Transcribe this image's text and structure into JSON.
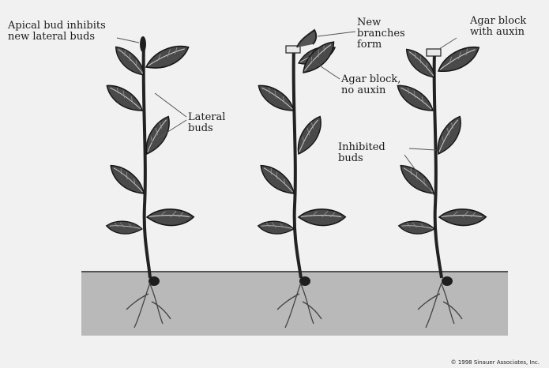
{
  "labels": {
    "apical_bud": "Apical bud inhibits\nnew lateral buds",
    "lateral_buds": "Lateral\nbuds",
    "new_branches": "New\nbranches\nform",
    "agar_no_auxin": "Agar block,\nno auxin",
    "agar_with_auxin": "Agar block\nwith auxin",
    "inhibited_buds": "Inhibited\nbuds"
  },
  "credit": "© 1998 Sinauer Associates, Inc.",
  "colors": {
    "background": "#f1f1f1",
    "soil": "#b9b9b9",
    "soil_line": "#333333",
    "leaf": "#4a4a4a",
    "leaf_dark": "#1e1e1e",
    "stem": "#222222"
  },
  "plants": [
    {
      "name": "intact-plant",
      "apex": "apical bud"
    },
    {
      "name": "decapitated-plant",
      "apex": "agar block, no auxin"
    },
    {
      "name": "auxin-treated-plant",
      "apex": "agar block with auxin"
    }
  ]
}
